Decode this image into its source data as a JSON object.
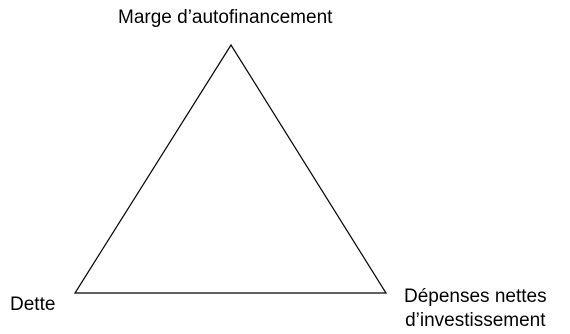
{
  "diagram": {
    "vertices": {
      "top": "Marge d’autofinancement",
      "left": "Dette",
      "right_line1": "Dépenses nettes",
      "right_line2": "d’investissement"
    },
    "colors": {
      "background": "#ffffff",
      "stroke": "#000000",
      "text": "#000000"
    }
  }
}
